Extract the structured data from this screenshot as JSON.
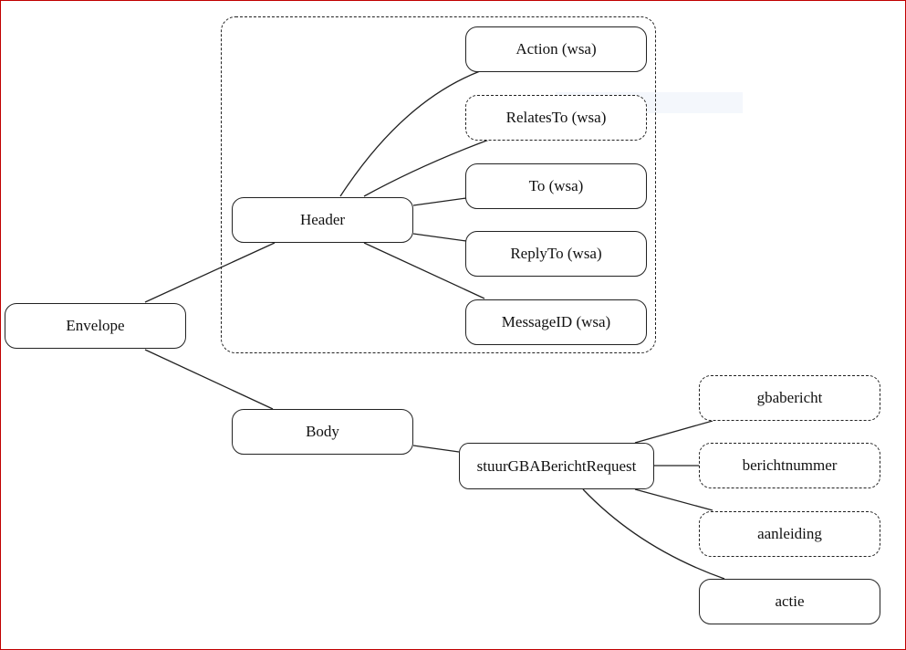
{
  "diagram": {
    "colors": {
      "border": "#c00000",
      "stroke": "#222222",
      "text": "#111111"
    },
    "nodes": {
      "envelope": "Envelope",
      "header": "Header",
      "body": "Body",
      "action": "Action (wsa)",
      "relatesto": "RelatesTo (wsa)",
      "to": "To (wsa)",
      "replyto": "ReplyTo (wsa)",
      "messageid": "MessageID (wsa)",
      "request": "stuurGBABerichtRequest",
      "gbabericht": "gbabericht",
      "berichtnummer": "berichtnummer",
      "aanleiding": "aanleiding",
      "actie": "actie"
    },
    "optional_nodes": [
      "relatesto",
      "gbabericht",
      "berichtnummer",
      "aanleiding"
    ]
  }
}
